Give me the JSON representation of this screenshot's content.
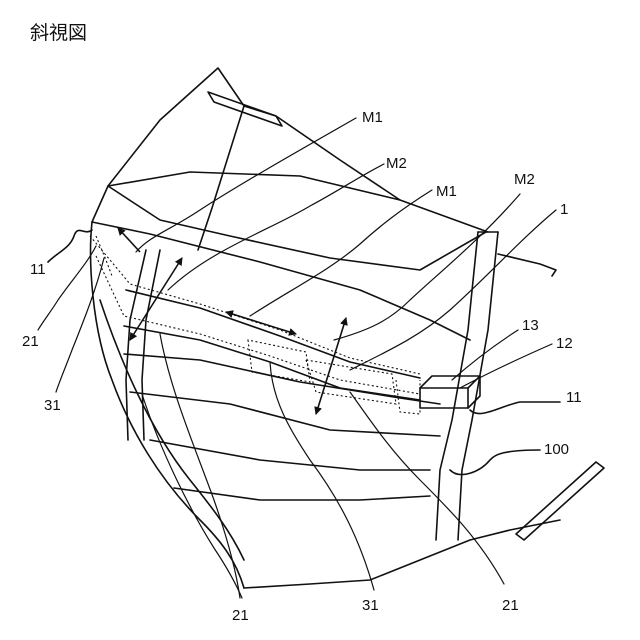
{
  "title": "斜視図",
  "labels": {
    "m1_top": "M1",
    "m2_mid": "M2",
    "m1_mid": "M1",
    "m2_right": "M2",
    "ref_1": "1",
    "ref_11_left": "11",
    "ref_21_left": "21",
    "ref_31_left": "31",
    "ref_13": "13",
    "ref_12": "12",
    "ref_11_right": "11",
    "ref_100": "100",
    "ref_21_bottom_left": "21",
    "ref_31_bottom": "31",
    "ref_21_bottom_right": "21"
  }
}
